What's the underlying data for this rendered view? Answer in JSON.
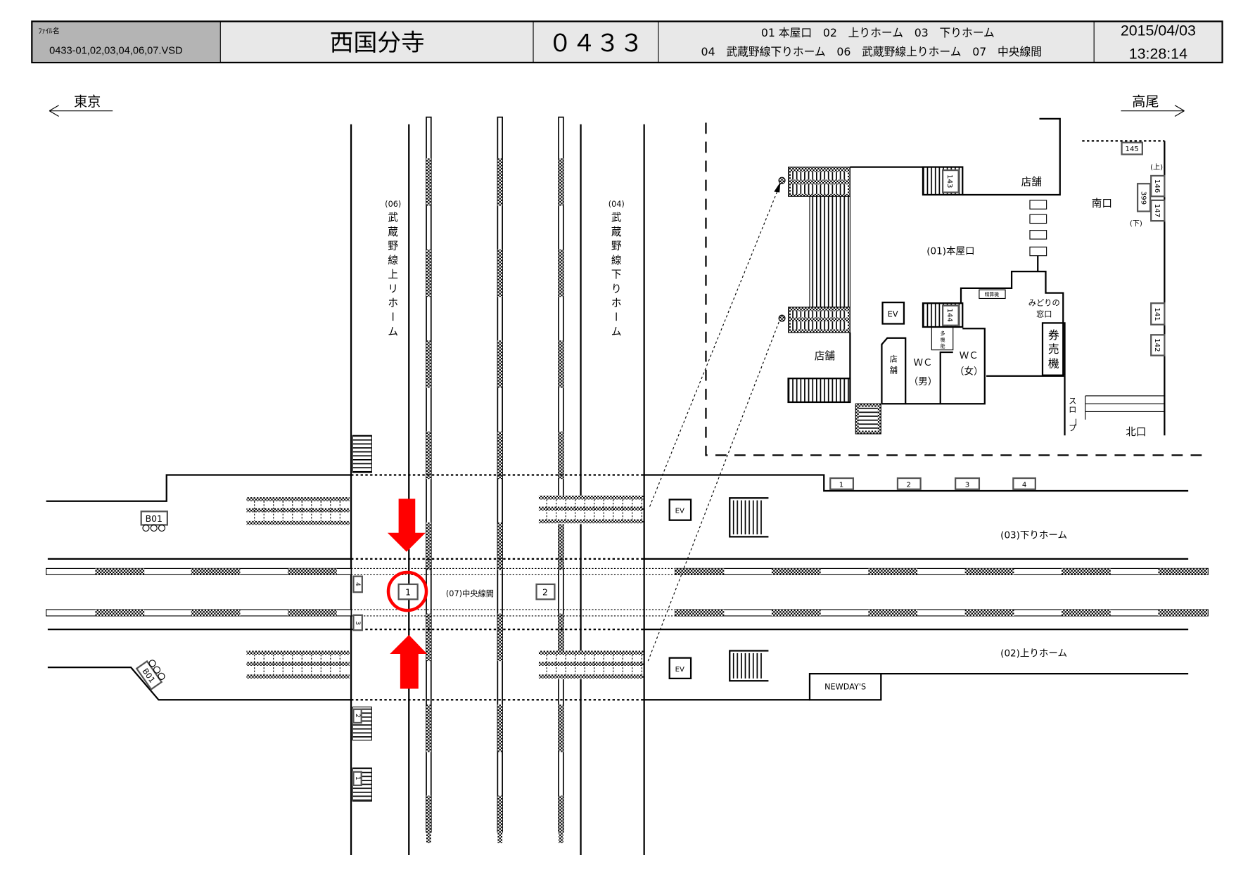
{
  "header": {
    "file_label": "ﾌｧｲﾙ名",
    "file_name": "0433-01,02,03,04,06,07.VSD",
    "station_name": "西国分寺",
    "station_code": "０４３３",
    "legend_line1": "01 本屋口　02　上りホーム　03　下りホーム",
    "legend_line2": "04　武蔵野線下りホーム　06　武蔵野線上りホーム　07　中央線間",
    "date": "2015/04/03",
    "time": "13:28:14"
  },
  "directions": {
    "left": "東京",
    "right": "高尾"
  },
  "platforms": {
    "musashino_up": [
      "(06)",
      "武",
      "蔵",
      "野",
      "線",
      "上",
      "リ",
      "ホ",
      "ー",
      "ム"
    ],
    "musashino_down": [
      "(04)",
      "武",
      "蔵",
      "野",
      "線",
      "下",
      "り",
      "ホ",
      "ー",
      "ム"
    ],
    "down_platform": "(03)下りホーム",
    "up_platform": "(02)上りホーム",
    "chuo_between": "(07)中央線間"
  },
  "concourse": {
    "main_gate": "(01)本屋口",
    "shop": "店舗",
    "shop_narrow": [
      "店",
      "舗"
    ],
    "south_exit": "南口",
    "north_exit": "北口",
    "midori": [
      "みどりの",
      "窓口"
    ],
    "ticket_machine": [
      "券",
      "売",
      "機"
    ],
    "wc_men": [
      "ＷＣ",
      "（男）"
    ],
    "wc_women": [
      "ＷＣ",
      "（女）"
    ],
    "multi": [
      "多",
      "機",
      "能"
    ],
    "seisan": "精算機",
    "slope": [
      "ス",
      "ロ",
      "ー",
      "プ"
    ],
    "up_mark": "(上)",
    "down_mark": "(下)",
    "ev": "EV"
  },
  "numbered": {
    "b01": "B01",
    "cam_143": "143",
    "cam_144": "144",
    "cam_145": "145",
    "cam_146": "146",
    "cam_147": "147",
    "cam_399": "399",
    "cam_141": "141",
    "cam_142": "142",
    "p1": "1",
    "p2": "2",
    "p3": "3",
    "p4": "4",
    "c1": "1",
    "c2": "2",
    "c3": "3",
    "c4": "4",
    "s1": "1",
    "s2": "2"
  },
  "shop_newdays": "NEWDAY'S",
  "colors": {
    "highlight": "#ff0000",
    "header_gray": "#b4b4b4",
    "header_light": "#e8e8e8"
  }
}
